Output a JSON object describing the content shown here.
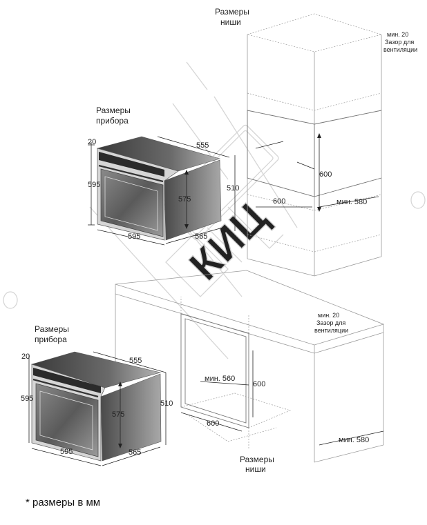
{
  "top_scene": {
    "niche_title": [
      "Размеры",
      "ниши"
    ],
    "device_title": [
      "Размеры",
      "прибора"
    ],
    "vent_note": [
      "мин. 20",
      "Зазор для",
      "вентиляции"
    ],
    "device_dims": {
      "top_gap": "20",
      "depth": "555",
      "height": "595",
      "inner_height": "575",
      "side_height": "510",
      "width": "595",
      "side_depth": "565"
    },
    "niche_dims": {
      "height": "600",
      "width": "600",
      "depth": "мин. 580"
    }
  },
  "bottom_scene": {
    "niche_title": [
      "Размеры",
      "ниши"
    ],
    "device_title": [
      "Размеры",
      "прибора"
    ],
    "vent_note": [
      "мин. 20",
      "Зазор для",
      "вентиляции"
    ],
    "device_dims": {
      "top_gap": "20",
      "depth": "555",
      "height": "595",
      "inner_height": "575",
      "side_height": "510",
      "width": "595",
      "side_depth": "565"
    },
    "niche_dims": {
      "min_width": "мин. 560",
      "height": "600",
      "width": "600",
      "depth": "мин. 580"
    }
  },
  "watermark_text": "КИЦ",
  "footnote": "* размеры в мм",
  "colors": {
    "oven_dark": "#2b2b2b",
    "oven_mid": "#6f6f6f",
    "oven_light": "#c9c9c9",
    "line": "#999999",
    "watermark": "#d9d9d9"
  }
}
